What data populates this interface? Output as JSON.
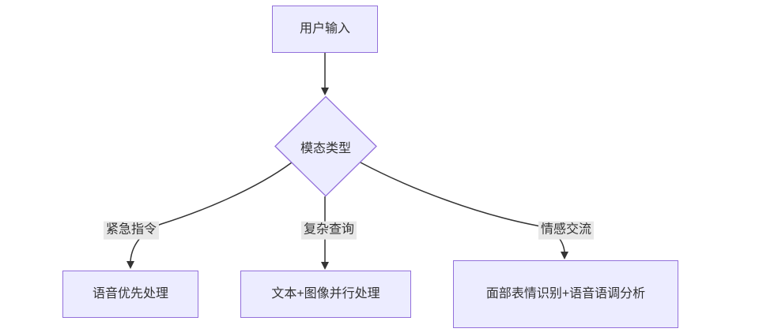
{
  "diagram": {
    "type": "flowchart",
    "direction": "top-down",
    "colors": {
      "node_fill": "#ECECFF",
      "node_border": "#9370DB",
      "edge_line": "#333333",
      "edge_label_bg": "#e8e8e8",
      "text": "#333333",
      "background": "#ffffff"
    },
    "nodes": [
      {
        "id": "user-input",
        "shape": "rect",
        "label": "用户输入"
      },
      {
        "id": "modality-type",
        "shape": "diamond",
        "label": "模态类型"
      },
      {
        "id": "voice-priority",
        "shape": "rect",
        "label": "语音优先处理"
      },
      {
        "id": "text-image-parallel",
        "shape": "rect",
        "label": "文本+图像并行处理"
      },
      {
        "id": "face-voice-analysis",
        "shape": "rect",
        "label": "面部表情识别+语音语调分析"
      }
    ],
    "edges": [
      {
        "from": "user-input",
        "to": "modality-type",
        "label": ""
      },
      {
        "from": "modality-type",
        "to": "voice-priority",
        "label": "紧急指令"
      },
      {
        "from": "modality-type",
        "to": "text-image-parallel",
        "label": "复杂查询"
      },
      {
        "from": "modality-type",
        "to": "face-voice-analysis",
        "label": "情感交流"
      }
    ]
  }
}
